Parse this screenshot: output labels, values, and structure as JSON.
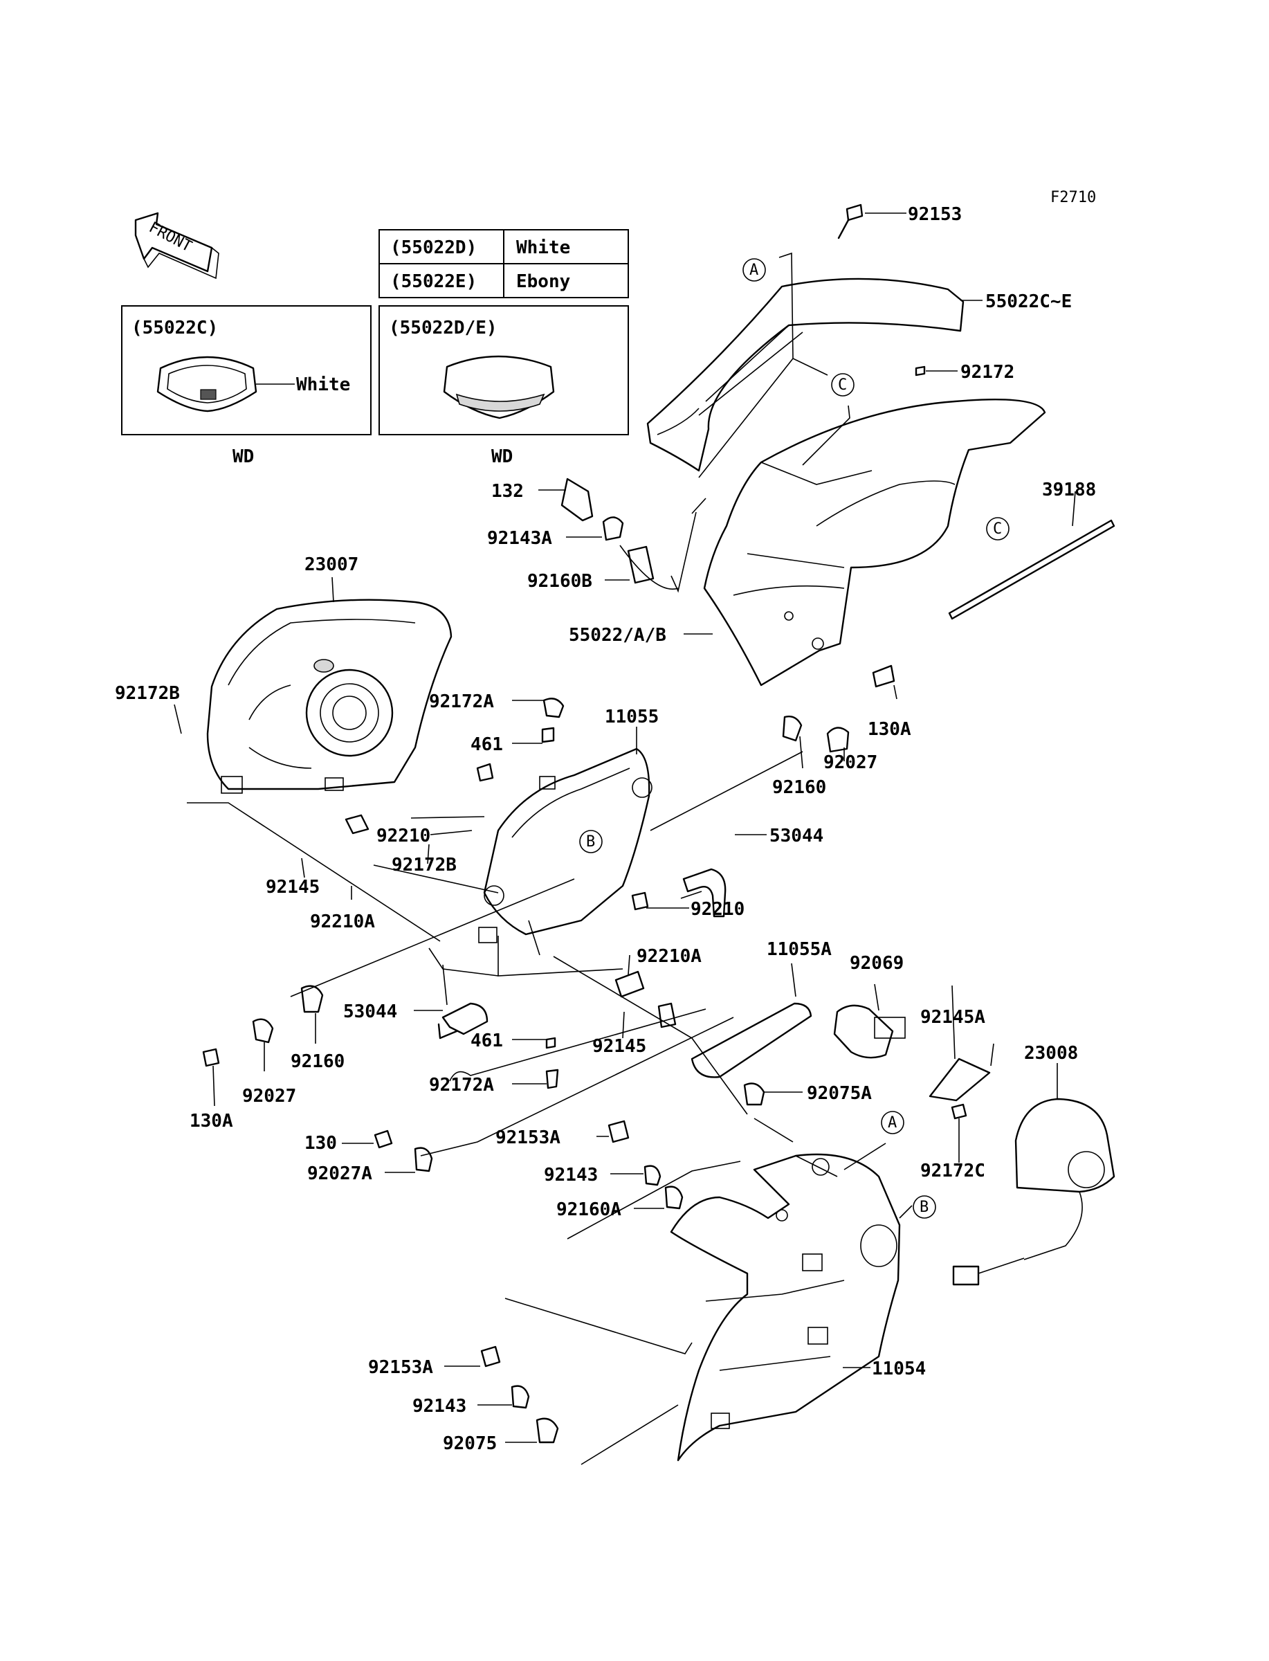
{
  "figure_code": "F2710",
  "front_arrow_label": "FRONT",
  "color_table": [
    {
      "code": "(55022D)",
      "color": "White"
    },
    {
      "code": "(55022E)",
      "color": "Ebony"
    }
  ],
  "insets": [
    {
      "code": "(55022C)",
      "note": "White",
      "caption": "WD"
    },
    {
      "code": "(55022D/E)",
      "note": "",
      "caption": "WD"
    }
  ],
  "callouts": [
    "A",
    "B",
    "C"
  ],
  "part_labels": {
    "p92153": "92153",
    "p55022ce": "55022C~E",
    "p92172": "92172",
    "p39188": "39188",
    "p132": "132",
    "p92143A": "92143A",
    "p92160B": "92160B",
    "p55022ab": "55022/A/B",
    "p23007": "23007",
    "p92172B_l": "92172B",
    "p92172A_t": "92172A",
    "p461_t": "461",
    "p11055": "11055",
    "p130A_r": "130A",
    "p92027_r": "92027",
    "p92160_r": "92160",
    "p53044_r": "53044",
    "p92210_l": "92210",
    "p92172B_c": "92172B",
    "p92145_l": "92145",
    "p92210A_l": "92210A",
    "p92210_r": "92210",
    "p92210A_c": "92210A",
    "p11055A": "11055A",
    "p92069": "92069",
    "p53044_l": "53044",
    "p461_b": "461",
    "p92145_c": "92145",
    "p92160_l": "92160",
    "p92027_l": "92027",
    "p130A_l": "130A",
    "p92172A_b": "92172A",
    "p92145A": "92145A",
    "p23008": "23008",
    "p92075A": "92075A",
    "p92172C": "92172C",
    "p130": "130",
    "p92027A": "92027A",
    "p92153A_t": "92153A",
    "p92143_t": "92143",
    "p92160A": "92160A",
    "p92153A_b": "92153A",
    "p92143_b": "92143",
    "p92075": "92075",
    "p11054": "11054"
  }
}
